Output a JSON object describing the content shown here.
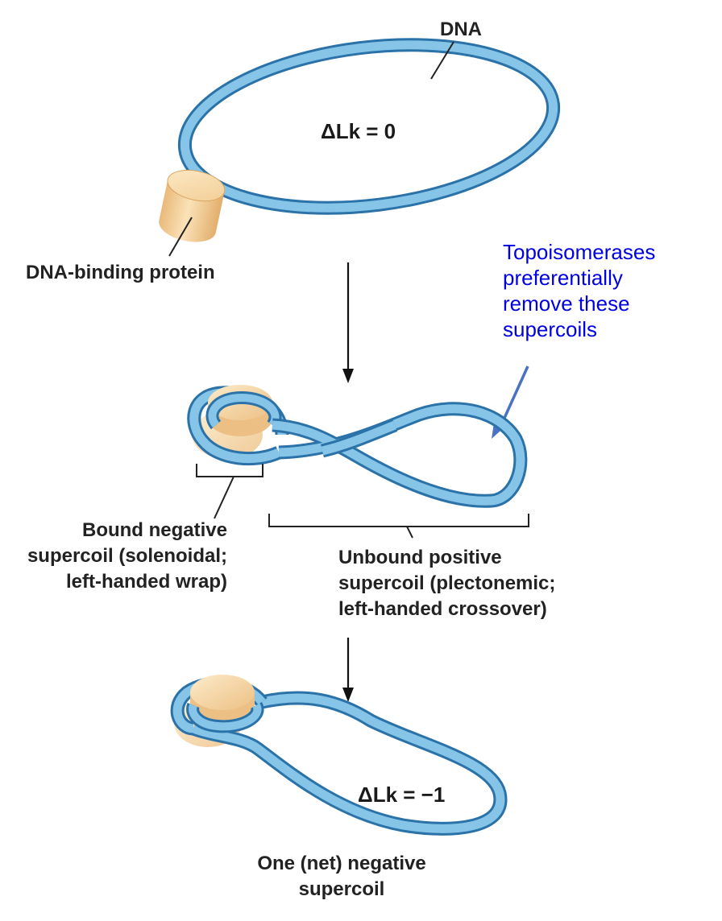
{
  "labels": {
    "dna": "DNA",
    "delta_lk_top": "ΔLk = 0",
    "protein": "DNA-binding protein",
    "bound_line1": "Bound negative",
    "bound_line2": "supercoil (solenoidal;",
    "bound_line3": "left-handed wrap)",
    "unbound_line1": "Unbound positive",
    "unbound_line2": "supercoil (plectonemic;",
    "unbound_line3": "left-handed crossover)",
    "delta_lk_bottom": "ΔLk = −1",
    "net_line1": "One (net) negative",
    "net_line2": "supercoil"
  },
  "annotation": {
    "line1": "Topoisomerases",
    "line2": "preferentially",
    "line3": "remove these",
    "line4": "supercoils"
  },
  "colors": {
    "dna_fill": "#86c5e8",
    "dna_edge": "#2a72a8",
    "protein_light": "#fbe2b8",
    "protein_dark": "#e6b878",
    "annotation_text": "#0000e0",
    "annotation_arrow": "#4a72c4",
    "label_text": "#222222"
  }
}
